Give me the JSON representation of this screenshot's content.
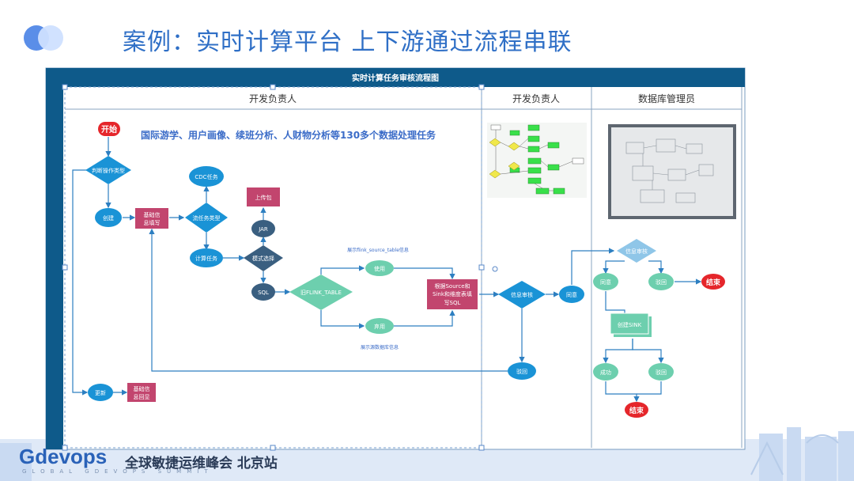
{
  "slide": {
    "title": "案例：实时计算平台 上下游通过流程串联"
  },
  "diagram": {
    "header": "实时计算任务审核流程图",
    "lanes": [
      "开发负责人",
      "开发负责人",
      "数据库管理员"
    ],
    "banner": "国际游学、用户画像、续班分析、人财物分析等130多个数据处理任务",
    "nodes": {
      "start": "开始",
      "judge_op": "判断操作类型",
      "create": "创建",
      "update": "更新",
      "basic_info_fill_1": "基础信",
      "basic_info_fill_2": "息填写",
      "basic_info_back_1": "基础信",
      "basic_info_back_2": "息回显",
      "cdc": "CDC任务",
      "flow_type": "流任务类型",
      "compute": "计算任务",
      "mode_select": "模式选择",
      "upload": "上传包",
      "jar": "JAR",
      "sql": "SQL",
      "flink_table": "旧FLINK_TABLE",
      "use": "使用",
      "abandon": "弃用",
      "show_flink": "展示flink_source_table信息",
      "show_db": "展示源数据库信息",
      "gen_sql_1": "根据Source和",
      "gen_sql_2": "Sink和维度表填",
      "gen_sql_3": "写SQL",
      "info_review": "信息审核",
      "agree": "同意",
      "reject": "驳回",
      "dba_review": "信息审核",
      "dba_agree": "同意",
      "dba_reject": "驳回",
      "end_1": "结束",
      "create_sink": "创建SINK",
      "success": "成功",
      "sink_reject": "驳回",
      "end_2": "结束"
    }
  },
  "footer": {
    "brand": "Gdevops",
    "event": "全球敏捷运维峰会 北京站",
    "subtitle": "GLOBAL GDEVOPS SUMMIT"
  },
  "colors": {
    "accent": "#2f6fc6",
    "header_bar": "#0e5a8a",
    "node_blue": "#1a93d6",
    "node_dark": "#3a5f80",
    "node_green": "#6dcfae",
    "node_red": "#e5262b",
    "node_pink": "#c2456e"
  }
}
